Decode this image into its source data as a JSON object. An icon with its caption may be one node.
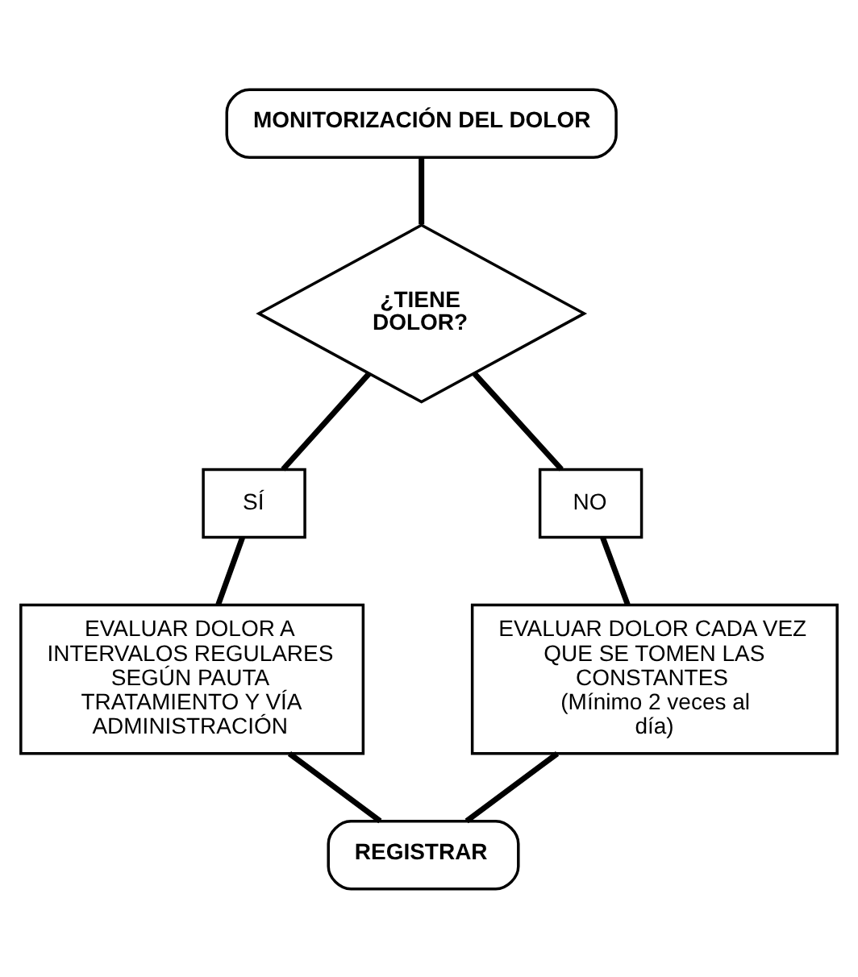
{
  "diagram": {
    "nodes": [
      {
        "text": [
          "MONITORIZACIÓN DEL DOLOR"
        ]
      },
      {
        "text": [
          "¿TIENE DOLOR?"
        ]
      },
      {
        "text": [
          "SÍ"
        ]
      },
      {
        "text": [
          "NO"
        ]
      },
      {
        "text": [
          "EVALUAR DOLOR A INTERVALOS REGULARES SEGÚN PAUTA TRATAMIENTO Y VÍA ADMINISTRACIÓN"
        ]
      },
      {
        "text": [
          "EVALUAR DOLOR CADA VEZ QUE SE TOMEN LAS CONSTANTES",
          "(Mínimo 2 veces al día)"
        ]
      },
      {
        "text": [
          "REGISTRAR"
        ]
      }
    ],
    "edges": [
      {
        "from": 0,
        "to": 1,
        "arrow": "none"
      },
      {
        "from": 1,
        "to": 2,
        "arrow": "none"
      },
      {
        "from": 1,
        "to": 3,
        "arrow": "none"
      },
      {
        "from": 2,
        "to": 4,
        "arrow": "none"
      },
      {
        "from": 3,
        "to": 5,
        "arrow": "none"
      },
      {
        "from": 4,
        "to": 6,
        "arrow": "none"
      },
      {
        "from": 5,
        "to": 6,
        "arrow": "none"
      }
    ]
  }
}
